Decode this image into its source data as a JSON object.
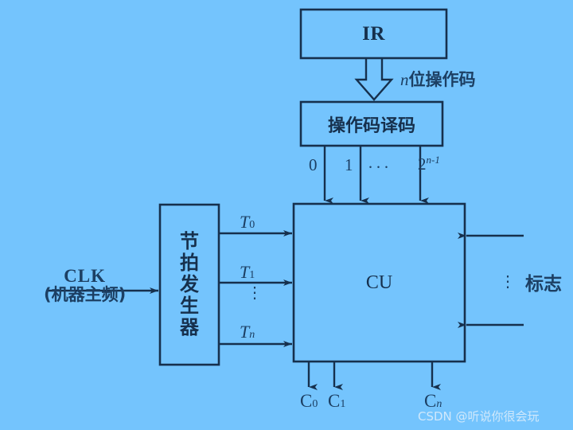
{
  "diagram": {
    "title": "CU control unit block diagram",
    "background_color": "#74c4fd",
    "line_color": "#16304d",
    "boxes": {
      "ir": "IR",
      "opcode_decoder": "操作码译码",
      "cu": "CU",
      "pulse_generator": [
        "节",
        "拍",
        "发",
        "生",
        "器"
      ]
    },
    "labels": {
      "opcode_width": "位操作码",
      "opcode_width_var": "n",
      "decoder_out_0": "0",
      "decoder_out_1": "1",
      "decoder_out_dots": "···",
      "decoder_out_last_base": "2",
      "decoder_out_last_exp": "n-1",
      "t0_base": "T",
      "t0_sub": "0",
      "t1_base": "T",
      "t1_sub": "1",
      "tn_base": "T",
      "tn_sub": "n",
      "t_vdots": "⋮",
      "clk": "CLK",
      "clk_sub": "(机器主频)",
      "flag": "标志",
      "flag_vdots": "⋮",
      "c0_base": "C",
      "c0_sub": "0",
      "c1_base": "C",
      "c1_sub": "1",
      "cn_base": "C",
      "cn_sub": "n"
    },
    "watermark": "CSDN @听说你很会玩"
  }
}
